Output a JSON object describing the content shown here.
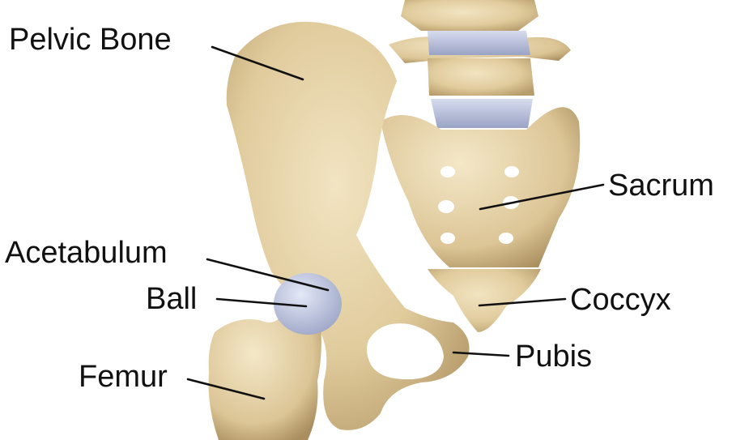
{
  "labels": {
    "pelvic_bone": "Pelvic Bone",
    "sacrum": "Sacrum",
    "acetabulum": "Acetabulum",
    "ball": "Ball",
    "coccyx": "Coccyx",
    "femur": "Femur",
    "pubis": "Pubis"
  },
  "colors": {
    "bone": "#e8d6ad",
    "bone_shadow": "#b39a6b",
    "cartilage": "#bfc6e0",
    "label_text": "#111111",
    "background": "#ffffff"
  }
}
